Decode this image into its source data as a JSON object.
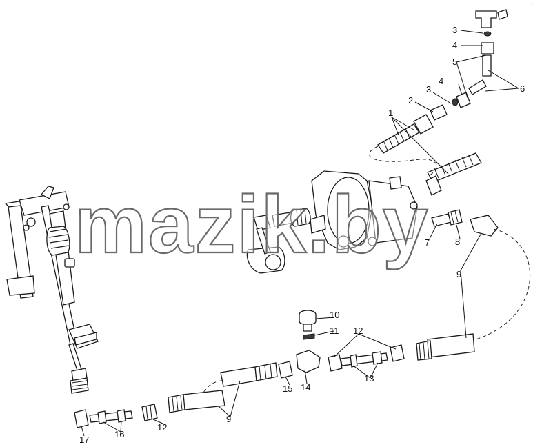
{
  "watermark": "mazik.by",
  "corner_mark": "-",
  "callouts": [
    "1",
    "2",
    "3",
    "4",
    "5",
    "6",
    "7",
    "8",
    "9",
    "10",
    "11",
    "12",
    "13",
    "14",
    "15",
    "16",
    "17"
  ],
  "colors": {
    "line": "#1a1a1a",
    "watermark_stroke": "#6a6a6a",
    "background": "#ffffff"
  }
}
